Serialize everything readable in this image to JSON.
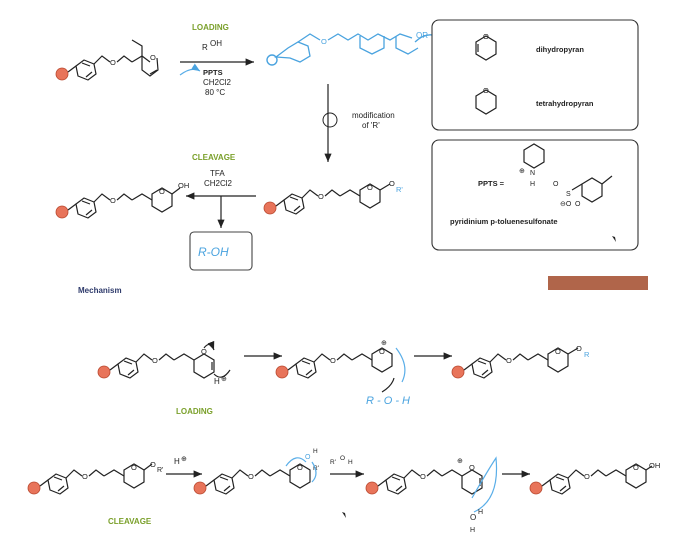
{
  "labels": {
    "loading": "LOADING",
    "roh": "R",
    "roh_oh": "OH",
    "ppts": "PPTS",
    "ch2cl2": "CH2Cl2",
    "temp": "80 °C",
    "modification": "modification",
    "of_r": "of 'R'",
    "cleavage": "CLEAVAGE",
    "tfa": "TFA",
    "tfa_solvent": "CH2Cl2",
    "oh": "OH",
    "o_r": "O",
    "r_prime": "R'",
    "handwritten_roh": "R-OH",
    "mechanism": "Mechanism",
    "h_plus": "H",
    "mech_loading": "LOADING",
    "mech_cleavage": "CLEAVAGE",
    "mech_r": "R",
    "handwritten_roh2": "R - O - H",
    "mech_rprime": "R'",
    "ho_h": "O",
    "ho_h2": "H"
  },
  "legend": {
    "dihydropyran": "dihydropyran",
    "tetrahydropyran": "tetrahydropyran",
    "ppts_eq": "PPTS =",
    "pyridinium_h": "H",
    "ppts_name": "pyridinium p-toluenesulfonate"
  },
  "colors": {
    "bead": "#e8745a",
    "green_label": "#7aa02a",
    "navy_label": "#2e3a6b",
    "handwriting": "#4aa3df"
  }
}
